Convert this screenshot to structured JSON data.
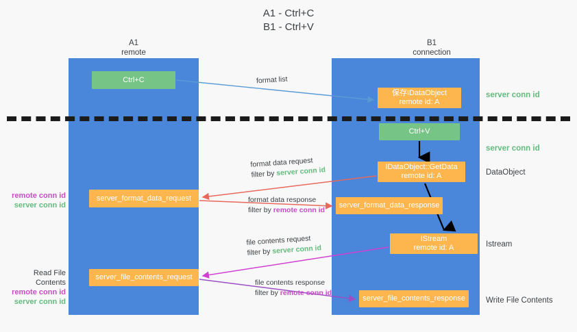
{
  "title": "A1 - Ctrl+C\nB1 - Ctrl+V",
  "columns": {
    "a1": "A1\nremote",
    "b1": "B1\nconnection"
  },
  "colors": {
    "lane": "#4a86d9",
    "green_box": "#77c487",
    "orange_box": "#fcb64d",
    "server_conn_id": "#63bb7d",
    "remote_conn_id": "#c44ec4",
    "arrow_blue": "#5b9bd5",
    "arrow_red": "#e8685c",
    "arrow_magenta": "#d13fd1",
    "arrow_purple": "#9a4fc4",
    "arrow_black": "#000000",
    "divider": "#1b1b1b"
  },
  "boxes": {
    "ctrl_c": "Ctrl+C",
    "save_idataobject": "保存IDataObject\nremote id: A",
    "ctrl_v": "Ctrl+V",
    "getdata": "IDataObject::GetData\nremote id: A",
    "format_data_request": "server_format_data_request",
    "format_data_response": "server_format_data_response",
    "istream": "IStream\nremote id: A",
    "file_contents_request": "server_file_contents_request",
    "file_contents_response": "server_file_contents_response"
  },
  "side_labels": {
    "server_conn_id_top": "server conn id",
    "server_conn_id_mid": "server conn id",
    "dataobject": "DataObject",
    "istream": "Istream",
    "write_file_contents": "Write File Contents"
  },
  "left_labels": {
    "format": {
      "remote": "remote conn id",
      "server": "server conn id"
    },
    "file": {
      "heading": "Read File Contents",
      "remote": "remote conn id",
      "server": "server conn id"
    }
  },
  "edges": {
    "format_list": "format list",
    "format_data_request": {
      "line1": "format data request",
      "filter_prefix": "filter by ",
      "filter_key": "server conn id"
    },
    "format_data_response": {
      "line1": "format data response",
      "filter_prefix": "filter by ",
      "filter_key": "remote conn id"
    },
    "file_contents_request": {
      "line1": "file contents request",
      "filter_prefix": "filter by ",
      "filter_key": "server conn id"
    },
    "file_contents_response": {
      "line1": "file contents response",
      "filter_prefix": "filter by ",
      "filter_key": "remote conn id"
    }
  }
}
